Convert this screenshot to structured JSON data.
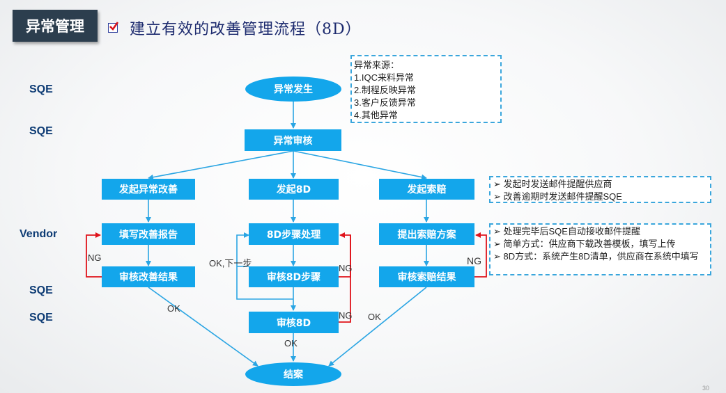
{
  "header": {
    "tag": "异常管理",
    "title": "建立有效的改善管理流程（8D）"
  },
  "roles": [
    "SQE",
    "SQE",
    "Vendor",
    "SQE",
    "SQE"
  ],
  "nodes": {
    "start": "异常发生",
    "review": "异常审核",
    "improve_start": "发起异常改善",
    "start_8d": "发起8D",
    "claim_start": "发起索赔",
    "fill_report": "填写改善报告",
    "step_8d": "8D步骤处理",
    "claim_plan": "提出索赔方案",
    "review_result": "审核改善结果",
    "review_8d_step": "审核8D步骤",
    "review_claim": "审核索赔结果",
    "review_8d": "审核8D",
    "end": "结案"
  },
  "edge_labels": {
    "ng_left": "NG",
    "ok_next": "OK,下一步",
    "ng_mid1": "NG",
    "ng_mid2": "NG",
    "ng_right": "NG",
    "ok_left": "OK",
    "ok_mid": "OK",
    "ok_right": "OK"
  },
  "notes": {
    "source": [
      "异常来源：",
      "1.IQC来料异常",
      "2.制程反映异常",
      "3.客户反馈异常",
      "4.其他异常"
    ],
    "email": [
      "发起时发送邮件提醒供应商",
      "改善逾期时发送邮件提醒SQE"
    ],
    "modes": [
      "处理完毕后SQE自动接收邮件提醒",
      "简单方式：供应商下载改善模板，填写上传",
      "8D方式：系统产生8D清单，供应商在系统中填写"
    ]
  },
  "page_number": "30",
  "colors": {
    "box": "#13a6eb",
    "arrow": "#2aa5e3",
    "ng_arrow": "#e0131b",
    "tag_bg": "#2c3e4e",
    "title": "#1c2a6e"
  }
}
